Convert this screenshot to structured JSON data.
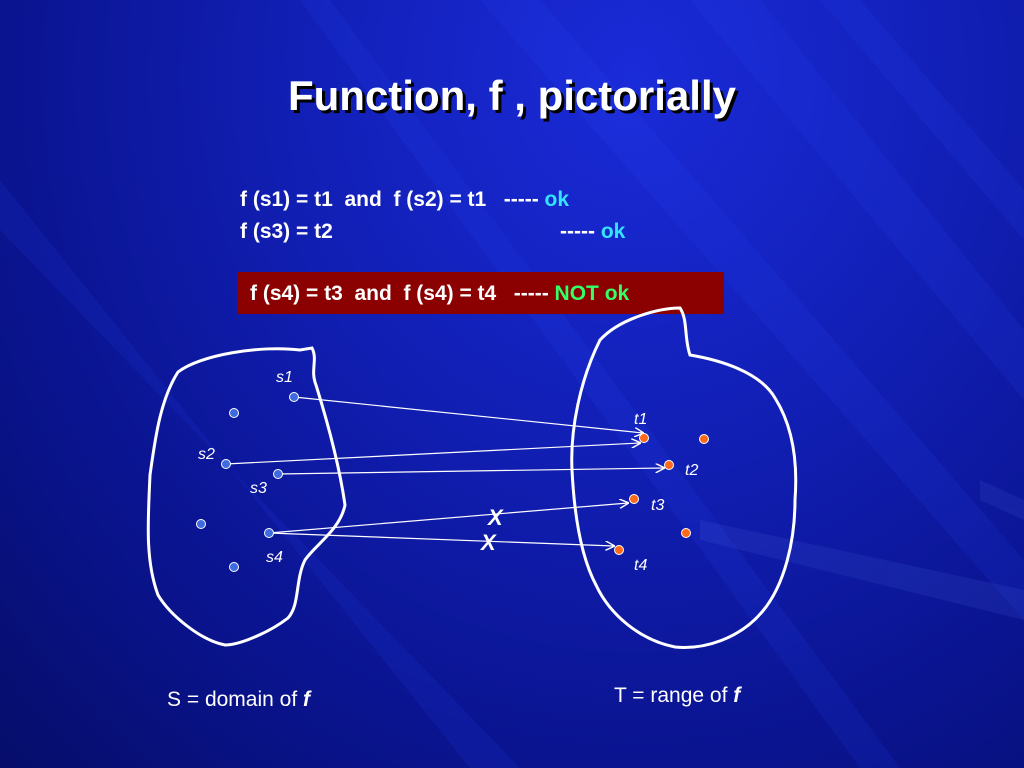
{
  "slide": {
    "title": "Function, f , pictorially"
  },
  "statements": {
    "line1_main": "f (s1) = t1  and  f (s2) = t1   ----- ",
    "line1_status": "ok",
    "line2_main": "f (s3) = t2",
    "line2_dashes": "----- ",
    "line2_status": "ok",
    "line3_main": "f (s4) = t3  and  f (s4) = t4   ----- ",
    "line3_status": "NOT ok"
  },
  "domain_set": {
    "labels": {
      "s1": "s1",
      "s2": "s2",
      "s3": "s3",
      "s4": "s4"
    },
    "caption_text": "S = domain of ",
    "caption_symbol": "f"
  },
  "range_set": {
    "labels": {
      "t1": "t1",
      "t2": "t2",
      "t3": "t3",
      "t4": "t4"
    },
    "caption_text": "T = range of ",
    "caption_symbol": "f"
  },
  "cross_marks": [
    "X",
    "X"
  ],
  "colors": {
    "background": "#0a1490",
    "domain_point": "#3f6be0",
    "range_point": "#ff6a1a",
    "status_ok": "#33e3ff",
    "status_not_ok": "#33ff66",
    "warning_box": "#8b0000"
  }
}
